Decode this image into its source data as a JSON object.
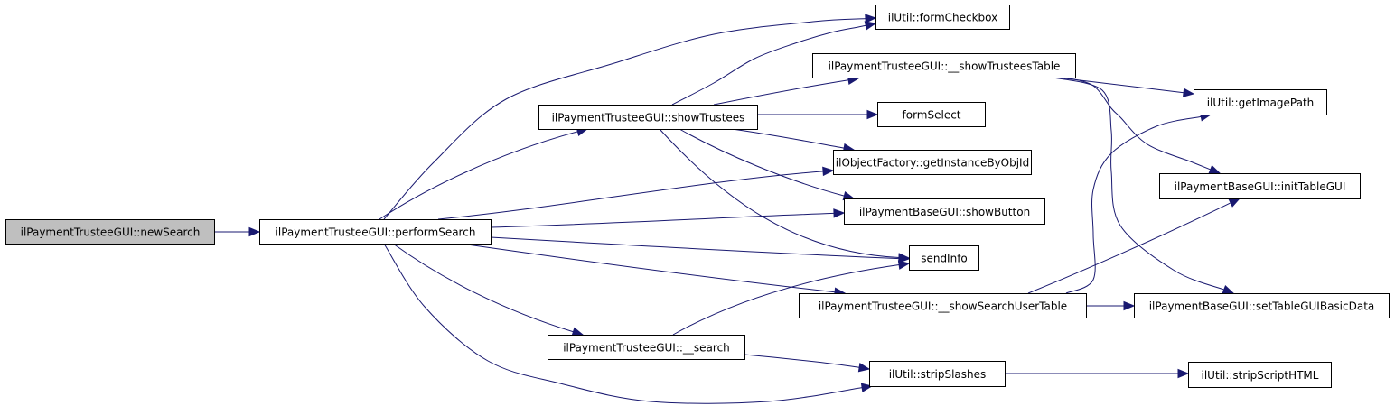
{
  "diagram": {
    "type": "call-graph",
    "colors": {
      "edge": "#191970",
      "root_fill": "#bfbfbf",
      "node_fill": "#ffffff",
      "border": "#000000"
    },
    "root": "newSearch",
    "nodes": [
      {
        "id": "newSearch",
        "label": "ilPaymentTrusteeGUI::newSearch",
        "root": true
      },
      {
        "id": "performSearch",
        "label": "ilPaymentTrusteeGUI::performSearch"
      },
      {
        "id": "showTrustees",
        "label": "ilPaymentTrusteeGUI::showTrustees"
      },
      {
        "id": "search",
        "label": "ilPaymentTrusteeGUI::__search"
      },
      {
        "id": "formCheckbox",
        "label": "ilUtil::formCheckbox"
      },
      {
        "id": "showTrusteesTable",
        "label": "ilPaymentTrusteeGUI::__showTrusteesTable"
      },
      {
        "id": "formSelect",
        "label": "formSelect"
      },
      {
        "id": "getInstanceByObjId",
        "label": "ilObjectFactory::getInstanceByObjId"
      },
      {
        "id": "showButton",
        "label": "ilPaymentBaseGUI::showButton"
      },
      {
        "id": "sendInfo",
        "label": "sendInfo"
      },
      {
        "id": "showSearchUserTable",
        "label": "ilPaymentTrusteeGUI::__showSearchUserTable"
      },
      {
        "id": "stripSlashes",
        "label": "ilUtil::stripSlashes"
      },
      {
        "id": "getImagePath",
        "label": "ilUtil::getImagePath"
      },
      {
        "id": "initTableGUI",
        "label": "ilPaymentBaseGUI::initTableGUI"
      },
      {
        "id": "setTableGUIBasicData",
        "label": "ilPaymentBaseGUI::setTableGUIBasicData"
      },
      {
        "id": "stripScriptHTML",
        "label": "ilUtil::stripScriptHTML"
      }
    ],
    "edges": [
      {
        "from": "newSearch",
        "to": "performSearch"
      },
      {
        "from": "performSearch",
        "to": "formCheckbox"
      },
      {
        "from": "performSearch",
        "to": "showTrustees"
      },
      {
        "from": "performSearch",
        "to": "getInstanceByObjId"
      },
      {
        "from": "performSearch",
        "to": "showButton"
      },
      {
        "from": "performSearch",
        "to": "sendInfo"
      },
      {
        "from": "performSearch",
        "to": "showSearchUserTable"
      },
      {
        "from": "performSearch",
        "to": "search"
      },
      {
        "from": "performSearch",
        "to": "stripSlashes"
      },
      {
        "from": "showTrustees",
        "to": "formCheckbox"
      },
      {
        "from": "showTrustees",
        "to": "showTrusteesTable"
      },
      {
        "from": "showTrustees",
        "to": "formSelect"
      },
      {
        "from": "showTrustees",
        "to": "getInstanceByObjId"
      },
      {
        "from": "showTrustees",
        "to": "showButton"
      },
      {
        "from": "showTrustees",
        "to": "sendInfo"
      },
      {
        "from": "showTrusteesTable",
        "to": "getImagePath"
      },
      {
        "from": "showTrusteesTable",
        "to": "initTableGUI"
      },
      {
        "from": "showTrusteesTable",
        "to": "setTableGUIBasicData"
      },
      {
        "from": "showSearchUserTable",
        "to": "getImagePath"
      },
      {
        "from": "showSearchUserTable",
        "to": "initTableGUI"
      },
      {
        "from": "showSearchUserTable",
        "to": "setTableGUIBasicData"
      },
      {
        "from": "search",
        "to": "sendInfo"
      },
      {
        "from": "search",
        "to": "stripSlashes"
      },
      {
        "from": "stripSlashes",
        "to": "stripScriptHTML"
      }
    ]
  }
}
